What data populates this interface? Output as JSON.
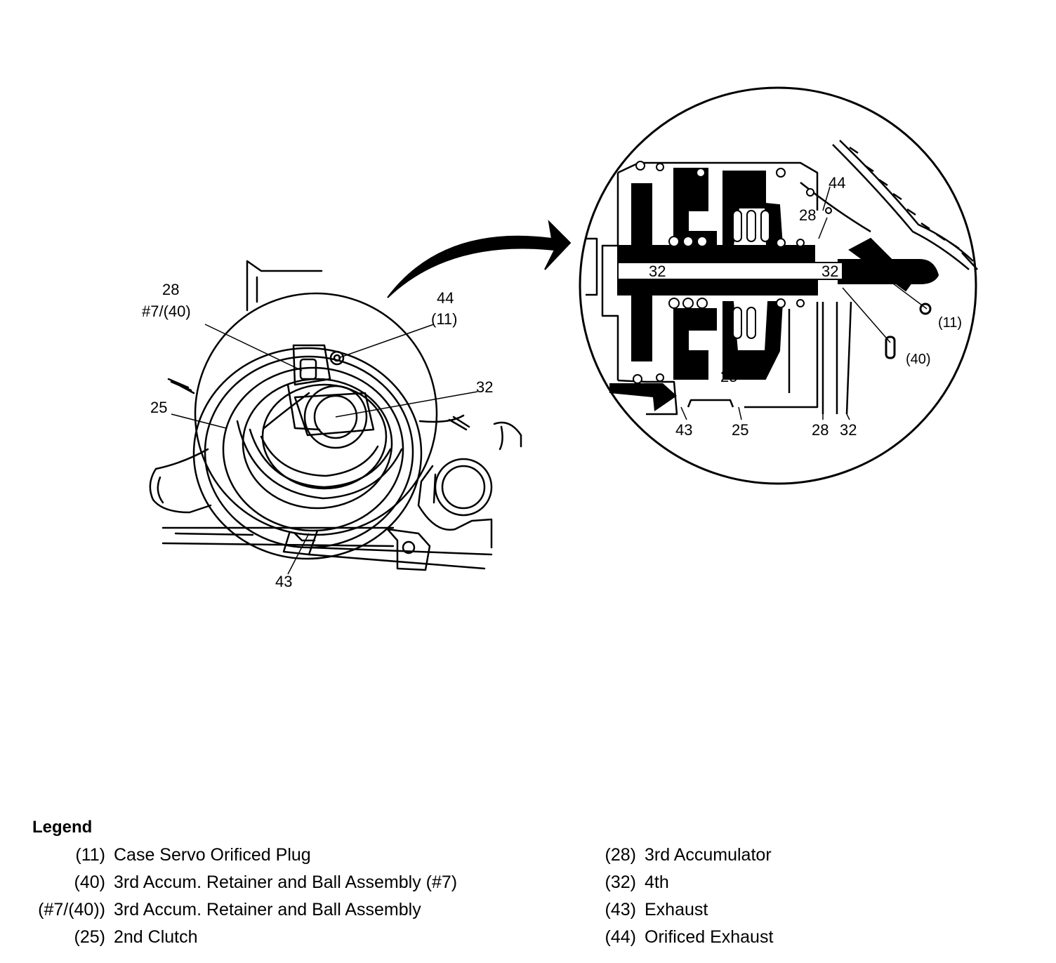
{
  "overview_callouts": {
    "c28": "28",
    "c7_40": "#7/(40)",
    "c44": "44",
    "c11": "(11)",
    "c25": "25",
    "c32": "32",
    "c43": "43"
  },
  "detail_callouts": {
    "d44": "44",
    "d28_top": "28",
    "d32_left": "32",
    "d32_right": "32",
    "d11": "(11)",
    "d40": "(40)",
    "d25_inner": "25",
    "d43_bottom": "43",
    "d25_bottom": "25",
    "d28_bottom": "28",
    "d32_bottom": "32"
  },
  "legend": {
    "title": "Legend",
    "left": [
      {
        "code": "(11)",
        "label": "Case Servo Orificed Plug"
      },
      {
        "code": "(40)",
        "label": "3rd Accum. Retainer and Ball Assembly (#7)"
      },
      {
        "code": "(#7/(40))",
        "label": "3rd Accum. Retainer and Ball Assembly"
      },
      {
        "code": "(25)",
        "label": "2nd Clutch"
      }
    ],
    "right": [
      {
        "code": "(28)",
        "label": "3rd Accumulator"
      },
      {
        "code": "(32)",
        "label": "4th"
      },
      {
        "code": "(43)",
        "label": "Exhaust"
      },
      {
        "code": "(44)",
        "label": "Orificed Exhaust"
      }
    ]
  }
}
